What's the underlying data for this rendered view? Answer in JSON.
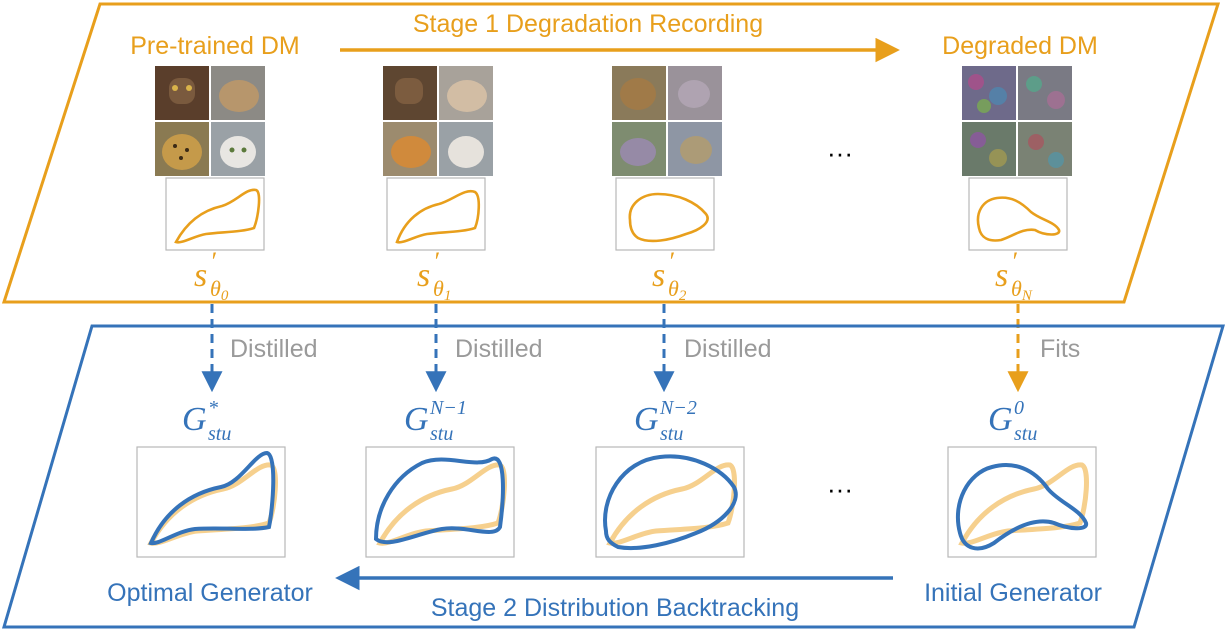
{
  "colors": {
    "stage1": "#E89F1C",
    "stage2": "#3573B9",
    "faded_curve": "#F6D08E",
    "label_gray": "#9A9A9A",
    "frame_gray": "#B8B8B8"
  },
  "stage1": {
    "title": "Stage 1 Degradation Recording",
    "left_label": "Pre-trained DM",
    "right_label": "Degraded DM",
    "ellipsis": "···",
    "scores": [
      {
        "base": "s",
        "prime": "′",
        "sub": "θ",
        "idx": "0"
      },
      {
        "base": "s",
        "prime": "′",
        "sub": "θ",
        "idx": "1"
      },
      {
        "base": "s",
        "prime": "′",
        "sub": "θ",
        "idx": "2"
      },
      {
        "base": "s",
        "prime": "′",
        "sub": "θ",
        "idx": "N"
      }
    ]
  },
  "connectors": [
    "Distilled",
    "Distilled",
    "Distilled",
    "Fits"
  ],
  "stage2": {
    "title": "Stage 2 Distribution Backtracking",
    "left_label": "Optimal Generator",
    "right_label": "Initial Generator",
    "ellipsis": "···",
    "generators": [
      {
        "base": "G",
        "sup": "*",
        "sub": "stu"
      },
      {
        "base": "G",
        "sup": "N−1",
        "sub": "stu"
      },
      {
        "base": "G",
        "sup": "N−2",
        "sub": "stu"
      },
      {
        "base": "G",
        "sup": "0",
        "sub": "stu"
      }
    ]
  }
}
